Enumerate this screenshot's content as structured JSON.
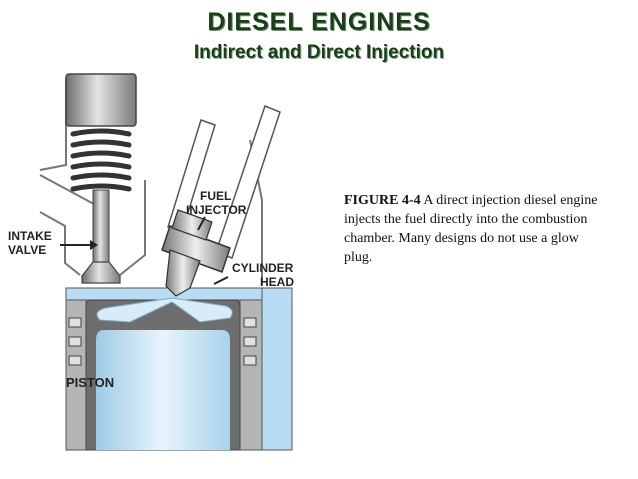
{
  "slide": {
    "title": "DIESEL ENGINES",
    "subtitle": "Indirect and Direct Injection"
  },
  "caption": {
    "figure_label": "FIGURE 4-4",
    "text": " A direct injection diesel engine injects the fuel directly into the combustion chamber. Many designs do not use a glow plug."
  },
  "diagram": {
    "labels": {
      "fuel_line1": "FUEL",
      "fuel_line2": "INJECTOR",
      "intake_line1": "INTAKE",
      "intake_line2": "VALVE",
      "cylinder_line1": "CYLINDER",
      "cylinder_line2": "HEAD",
      "piston": "PISTON"
    },
    "colors": {
      "coolant": "#b9dcf5",
      "metal_dark": "#5a5a5a",
      "metal_mid": "#9a9a9a",
      "metal_light": "#d8d8d8"
    }
  }
}
